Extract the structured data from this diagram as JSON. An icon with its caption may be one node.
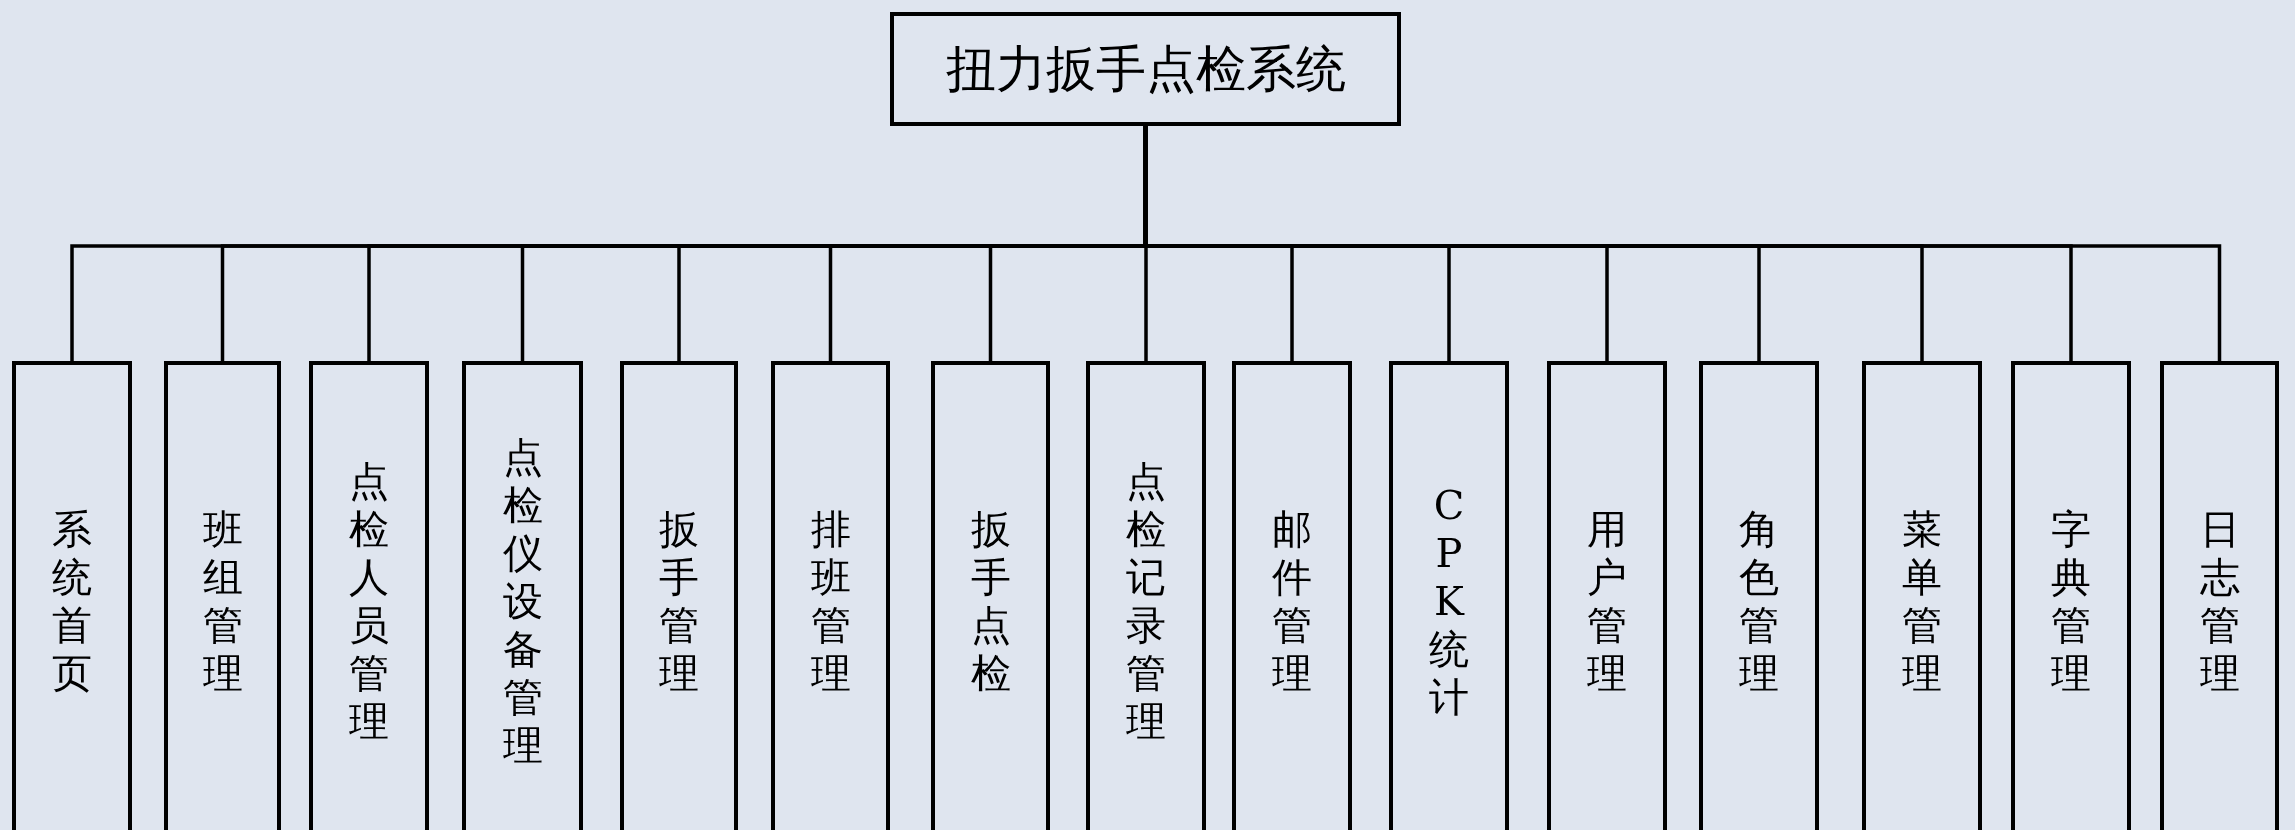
{
  "diagram": {
    "nodes": [
      {
        "text": [
          "扭力扳手点检系统"
        ]
      },
      {
        "text": [
          "系统首页"
        ]
      },
      {
        "text": [
          "班组管理"
        ]
      },
      {
        "text": [
          "点检人员管理"
        ]
      },
      {
        "text": [
          "点检仪设备管理"
        ]
      },
      {
        "text": [
          "扳手管理"
        ]
      },
      {
        "text": [
          "排班管理"
        ]
      },
      {
        "text": [
          "扳手点检"
        ]
      },
      {
        "text": [
          "点检记录管理"
        ]
      },
      {
        "text": [
          "邮件管理"
        ]
      },
      {
        "text": [
          "CPK统计"
        ]
      },
      {
        "text": [
          "用户管理"
        ]
      },
      {
        "text": [
          "角色管理"
        ]
      },
      {
        "text": [
          "菜单管理"
        ]
      },
      {
        "text": [
          "字典管理"
        ]
      },
      {
        "text": [
          "日志管理"
        ]
      }
    ],
    "edges": [
      {
        "from": 0,
        "to": 1,
        "arrow": "none"
      },
      {
        "from": 0,
        "to": 2,
        "arrow": "none"
      },
      {
        "from": 0,
        "to": 3,
        "arrow": "none"
      },
      {
        "from": 0,
        "to": 4,
        "arrow": "none"
      },
      {
        "from": 0,
        "to": 5,
        "arrow": "none"
      },
      {
        "from": 0,
        "to": 6,
        "arrow": "none"
      },
      {
        "from": 0,
        "to": 7,
        "arrow": "none"
      },
      {
        "from": 0,
        "to": 8,
        "arrow": "none"
      },
      {
        "from": 0,
        "to": 9,
        "arrow": "none"
      },
      {
        "from": 0,
        "to": 10,
        "arrow": "none"
      },
      {
        "from": 0,
        "to": 11,
        "arrow": "none"
      },
      {
        "from": 0,
        "to": 12,
        "arrow": "none"
      },
      {
        "from": 0,
        "to": 13,
        "arrow": "none"
      },
      {
        "from": 0,
        "to": 14,
        "arrow": "none"
      },
      {
        "from": 0,
        "to": 15,
        "arrow": "none"
      }
    ]
  }
}
